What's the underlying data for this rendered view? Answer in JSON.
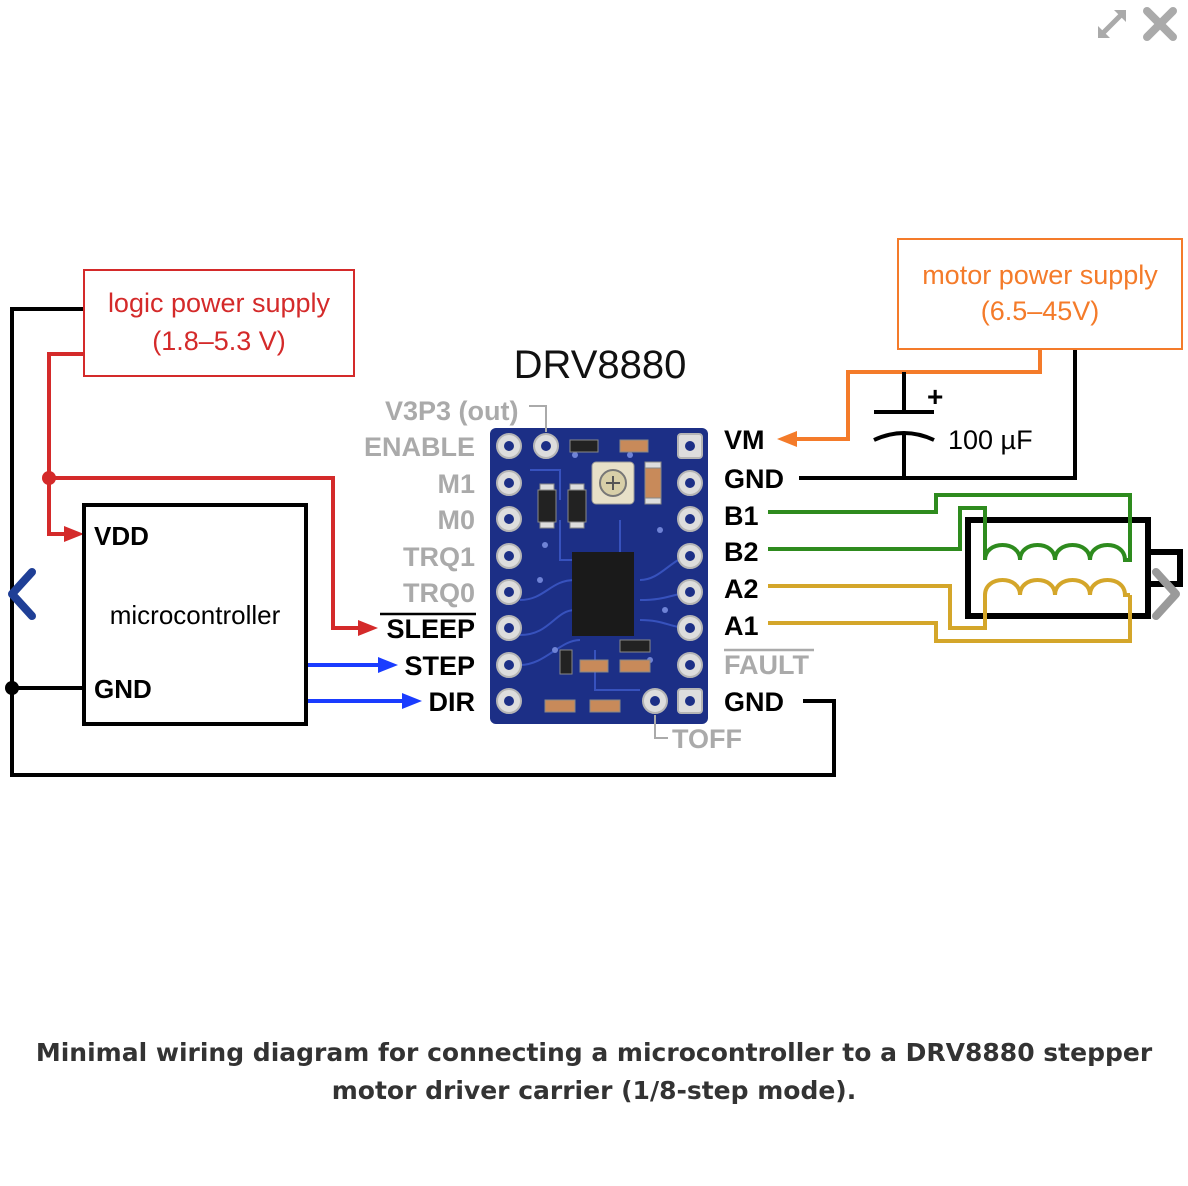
{
  "viewer": {
    "controls": {
      "expand_icon": "expand-arrows-icon",
      "close_icon": "close-x-icon",
      "prev_icon": "chevron-left-icon",
      "next_icon": "chevron-right-icon"
    }
  },
  "diagram": {
    "title": "DRV8880",
    "logic_supply": {
      "line1": "logic power supply",
      "line2": "(1.8–5.3 V)",
      "color": "#d42a2a"
    },
    "motor_supply": {
      "line1": "motor power supply",
      "line2": "(6.5–45V)",
      "color": "#f47b2a"
    },
    "capacitor": {
      "label": "100 µF",
      "polarity": "+"
    },
    "microcontroller": {
      "label": "microcontroller",
      "vdd": "VDD",
      "gnd": "GND"
    },
    "left_pins": {
      "v3p3": "V3P3 (out)",
      "enable": "ENABLE",
      "m1": "M1",
      "m0": "M0",
      "trq1": "TRQ1",
      "trq0": "TRQ0",
      "sleep": "SLEEP",
      "step": "STEP",
      "dir": "DIR"
    },
    "right_pins": {
      "vm": "VM",
      "gnd_top": "GND",
      "b1": "B1",
      "b2": "B2",
      "a2": "A2",
      "a1": "A1",
      "fault": "FAULT",
      "gnd_bottom": "GND"
    },
    "toff": "TOFF",
    "colors": {
      "logic": "#d42a2a",
      "motor": "#f47b2a",
      "signal": "#1a3cff",
      "coil_b": "#2e8b1e",
      "coil_a": "#d4a62a",
      "ground": "#000000",
      "board": "#1c2f86"
    }
  },
  "caption": "Minimal wiring diagram for connecting a microcontroller to a DRV8880 stepper motor driver carrier (1/8-step mode)."
}
